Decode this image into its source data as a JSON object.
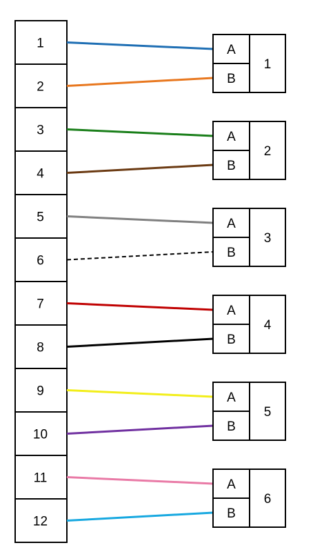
{
  "terminal_strip": {
    "terminals": [
      {
        "label": "1"
      },
      {
        "label": "2"
      },
      {
        "label": "3"
      },
      {
        "label": "4"
      },
      {
        "label": "5"
      },
      {
        "label": "6"
      },
      {
        "label": "7"
      },
      {
        "label": "8"
      },
      {
        "label": "9"
      },
      {
        "label": "10"
      },
      {
        "label": "11"
      },
      {
        "label": "12"
      }
    ]
  },
  "connectors": [
    {
      "label": "1",
      "pin_a": "A",
      "pin_b": "B"
    },
    {
      "label": "2",
      "pin_a": "A",
      "pin_b": "B"
    },
    {
      "label": "3",
      "pin_a": "A",
      "pin_b": "B"
    },
    {
      "label": "4",
      "pin_a": "A",
      "pin_b": "B"
    },
    {
      "label": "5",
      "pin_a": "A",
      "pin_b": "B"
    },
    {
      "label": "6",
      "pin_a": "A",
      "pin_b": "B"
    }
  ],
  "wires": [
    {
      "terminal": "1",
      "connector": "1",
      "pin": "A",
      "color": "#1f6fb4",
      "style": "solid"
    },
    {
      "terminal": "2",
      "connector": "1",
      "pin": "B",
      "color": "#e8771e",
      "style": "solid"
    },
    {
      "terminal": "3",
      "connector": "2",
      "pin": "A",
      "color": "#1a7f1a",
      "style": "solid"
    },
    {
      "terminal": "4",
      "connector": "2",
      "pin": "B",
      "color": "#6b3a12",
      "style": "solid"
    },
    {
      "terminal": "5",
      "connector": "3",
      "pin": "A",
      "color": "#808080",
      "style": "solid"
    },
    {
      "terminal": "6",
      "connector": "3",
      "pin": "B",
      "color": "#000000",
      "style": "dashed"
    },
    {
      "terminal": "7",
      "connector": "4",
      "pin": "A",
      "color": "#c00000",
      "style": "solid"
    },
    {
      "terminal": "8",
      "connector": "4",
      "pin": "B",
      "color": "#000000",
      "style": "solid"
    },
    {
      "terminal": "9",
      "connector": "5",
      "pin": "A",
      "color": "#f2ee1a",
      "style": "solid"
    },
    {
      "terminal": "10",
      "connector": "5",
      "pin": "B",
      "color": "#7030a0",
      "style": "solid"
    },
    {
      "terminal": "11",
      "connector": "6",
      "pin": "A",
      "color": "#e97aa6",
      "style": "solid"
    },
    {
      "terminal": "12",
      "connector": "6",
      "pin": "B",
      "color": "#17a8e0",
      "style": "solid"
    }
  ]
}
